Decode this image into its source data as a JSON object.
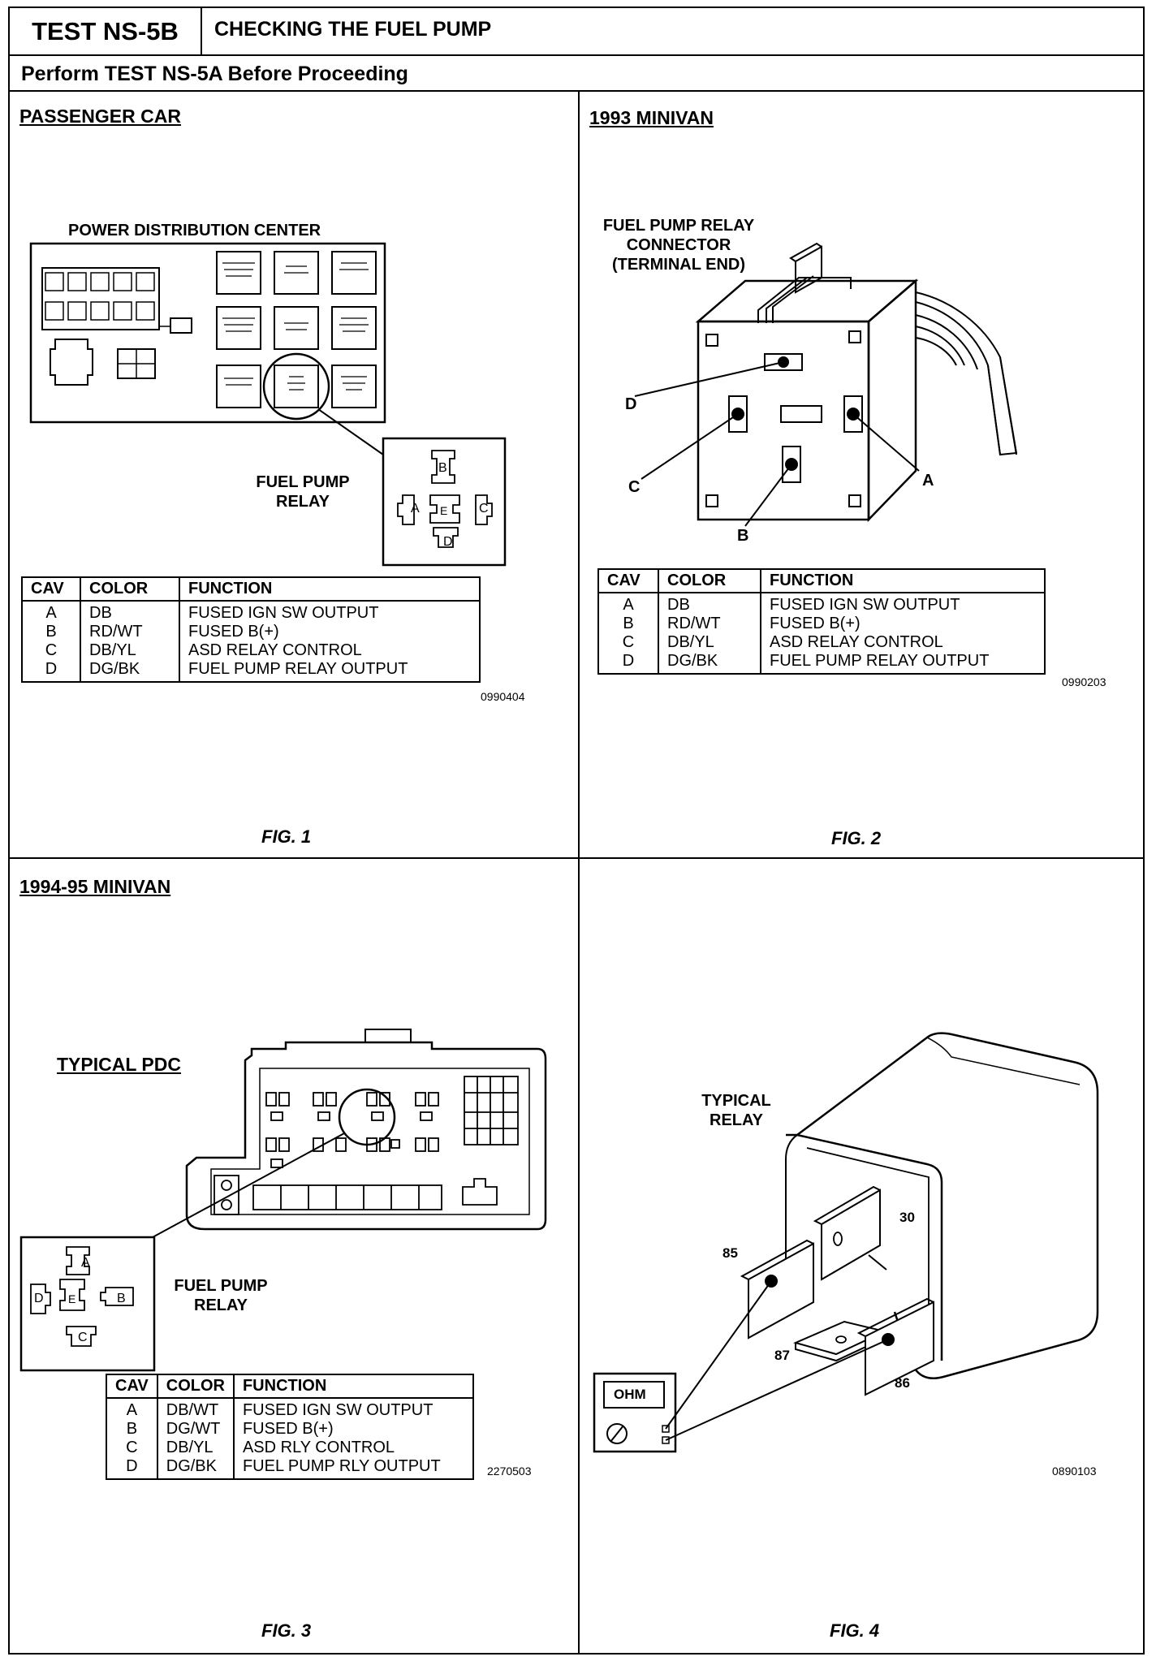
{
  "header": {
    "test_number": "TEST NS-5B",
    "test_title": "CHECKING THE FUEL PUMP",
    "prerequisite": "Perform TEST NS-5A Before Proceeding"
  },
  "table_headers": {
    "cav": "CAV",
    "color": "COLOR",
    "function": "FUNCTION"
  },
  "q1": {
    "title": "PASSENGER CAR",
    "pdc_label": "POWER DISTRIBUTION CENTER",
    "relay_label": "FUEL PUMP RELAY",
    "pin_letters": [
      "A",
      "B",
      "C",
      "D",
      "E"
    ],
    "rows": [
      {
        "cav": "A",
        "color": "DB",
        "function": "FUSED IGN SW OUTPUT"
      },
      {
        "cav": "B",
        "color": "RD/WT",
        "function": "FUSED B(+)"
      },
      {
        "cav": "C",
        "color": "DB/YL",
        "function": "ASD RELAY CONTROL"
      },
      {
        "cav": "D",
        "color": "DG/BK",
        "function": "FUEL PUMP RELAY OUTPUT"
      }
    ],
    "code": "0990404",
    "fig": "FIG. 1"
  },
  "q2": {
    "title": "1993 MINIVAN",
    "connector_label": "FUEL PUMP RELAY CONNECTOR (TERMINAL END)",
    "callouts": [
      "A",
      "B",
      "C",
      "D"
    ],
    "rows": [
      {
        "cav": "A",
        "color": "DB",
        "function": "FUSED IGN SW OUTPUT"
      },
      {
        "cav": "B",
        "color": "RD/WT",
        "function": "FUSED B(+)"
      },
      {
        "cav": "C",
        "color": "DB/YL",
        "function": "ASD RELAY CONTROL"
      },
      {
        "cav": "D",
        "color": "DG/BK",
        "function": "FUEL PUMP RELAY OUTPUT"
      }
    ],
    "code": "0990203",
    "fig": "FIG. 2"
  },
  "q3": {
    "title": "1994-95 MINIVAN",
    "pdc_label": "TYPICAL PDC",
    "relay_label": "FUEL PUMP RELAY",
    "pin_letters": [
      "A",
      "B",
      "C",
      "D",
      "E"
    ],
    "rows": [
      {
        "cav": "A",
        "color": "DB/WT",
        "function": "FUSED IGN SW OUTPUT"
      },
      {
        "cav": "B",
        "color": "DG/WT",
        "function": "FUSED B(+)"
      },
      {
        "cav": "C",
        "color": "DB/YL",
        "function": "ASD RLY CONTROL"
      },
      {
        "cav": "D",
        "color": "DG/BK",
        "function": "FUEL PUMP RLY OUTPUT"
      }
    ],
    "code": "2270503",
    "fig": "FIG. 3"
  },
  "q4": {
    "relay_label": "TYPICAL RELAY",
    "terminals": [
      "30",
      "85",
      "87",
      "86"
    ],
    "meter_label": "OHM",
    "code": "0890103",
    "fig": "FIG. 4"
  }
}
